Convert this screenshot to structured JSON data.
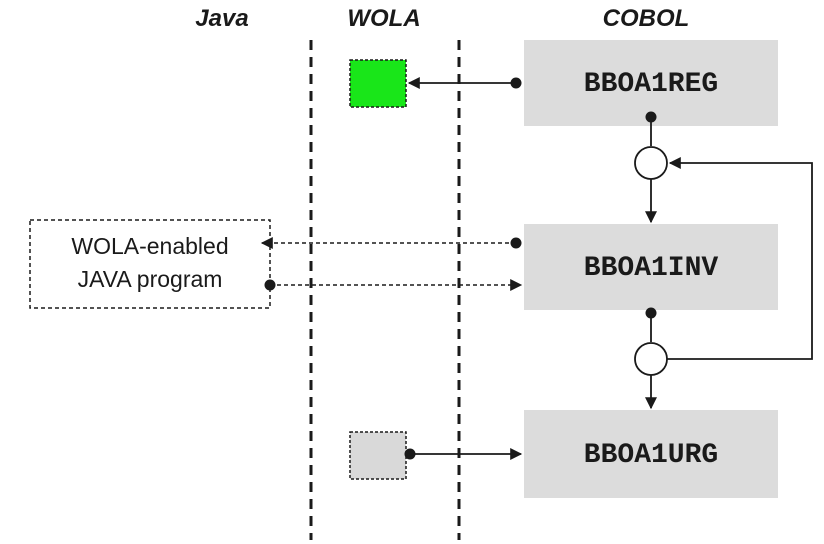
{
  "columns": {
    "java": "Java",
    "wola": "WOLA",
    "cobol": "COBOL"
  },
  "modules": {
    "register": "BBOA1REG",
    "invoke": "BBOA1INV",
    "unregister": "BBOA1URG"
  },
  "java_program": {
    "line1": "WOLA-enabled",
    "line2": "JAVA program"
  },
  "colors": {
    "module_box": "#dcdcdc",
    "wola_active": "#19e619",
    "wola_inactive": "#d9d9d9",
    "line": "#1a1a1a"
  }
}
